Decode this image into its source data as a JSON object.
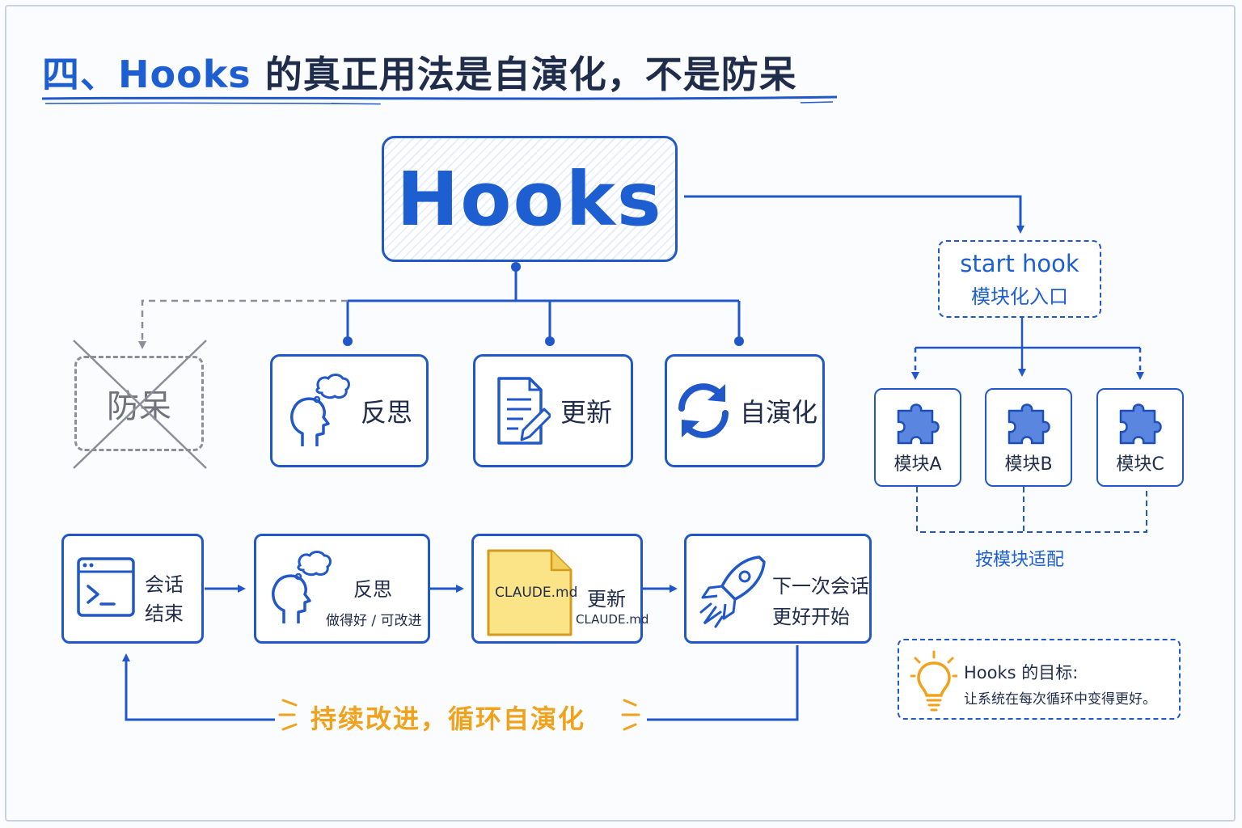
{
  "title": {
    "prefix": "四、Hooks",
    "rest": " 的真正用法是自演化，不是防呆"
  },
  "colors": {
    "primary": "#2057c9",
    "accent_orange": "#f0a21c",
    "gray": "#8a8f98",
    "note_yellow": "#fbe487"
  },
  "hooks": {
    "label": "Hooks"
  },
  "rejected": {
    "label": "防呆",
    "icon": "cross-icon"
  },
  "branches": [
    {
      "label": "反思",
      "icon": "thinking-head-icon"
    },
    {
      "label": "更新",
      "icon": "document-edit-icon"
    },
    {
      "label": "自演化",
      "icon": "refresh-cycle-icon"
    }
  ],
  "start_hook": {
    "line1": "start hook",
    "line2": "模块化入口"
  },
  "modules": [
    {
      "label": "模块A",
      "icon": "puzzle-icon"
    },
    {
      "label": "模块B",
      "icon": "puzzle-icon"
    },
    {
      "label": "模块C",
      "icon": "puzzle-icon"
    }
  ],
  "adapt_label": "按模块适配",
  "flow": {
    "session_end": {
      "line1": "会话",
      "line2": "结束",
      "icon": "terminal-icon"
    },
    "reflect": {
      "title": "反思",
      "subtitle": "做得好 / 可改进",
      "icon": "thinking-head-icon"
    },
    "update": {
      "file": "CLAUDE.md",
      "title": "更新",
      "subtitle": "CLAUDE.md",
      "icon": "note-file-icon"
    },
    "next": {
      "line1": "下一次会话",
      "line2": "更好开始",
      "icon": "rocket-icon"
    }
  },
  "loop_label": "持续改进，循环自演化",
  "goal": {
    "title": "Hooks 的目标:",
    "text": "让系统在每次循环中变得更好。",
    "icon": "lightbulb-icon"
  }
}
